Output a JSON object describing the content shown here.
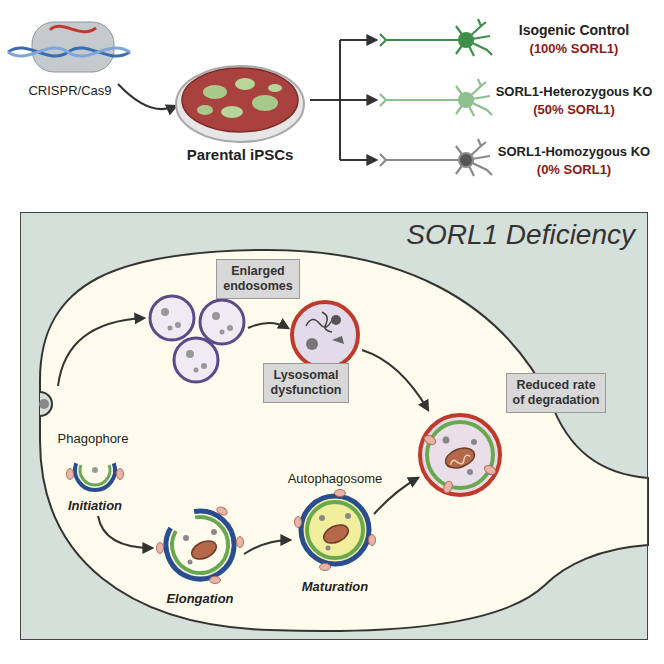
{
  "diagram": {
    "nodes": [
      {
        "text": [
          "SORL1 Deficiency"
        ]
      },
      {
        "text": [
          "Enlarged endosomes"
        ],
        "in": 0
      },
      {
        "text": [
          "Lysosomal dysfunction"
        ],
        "in": 0
      },
      {
        "text": [
          "Reduced rate of degradation"
        ],
        "in": 0
      }
    ],
    "labels": [
      "CRISPR/Cas9",
      "Parental iPSCs",
      "Isogenic Control",
      "(100% SORL1)",
      "SORL1-Heterozygous KO",
      "(50% SORL1)",
      "SORL1-Homozygous KO",
      "(0% SORL1)",
      "Phagophore",
      "Initiation",
      "Elongation",
      "Autophagosome",
      "Maturation"
    ]
  }
}
